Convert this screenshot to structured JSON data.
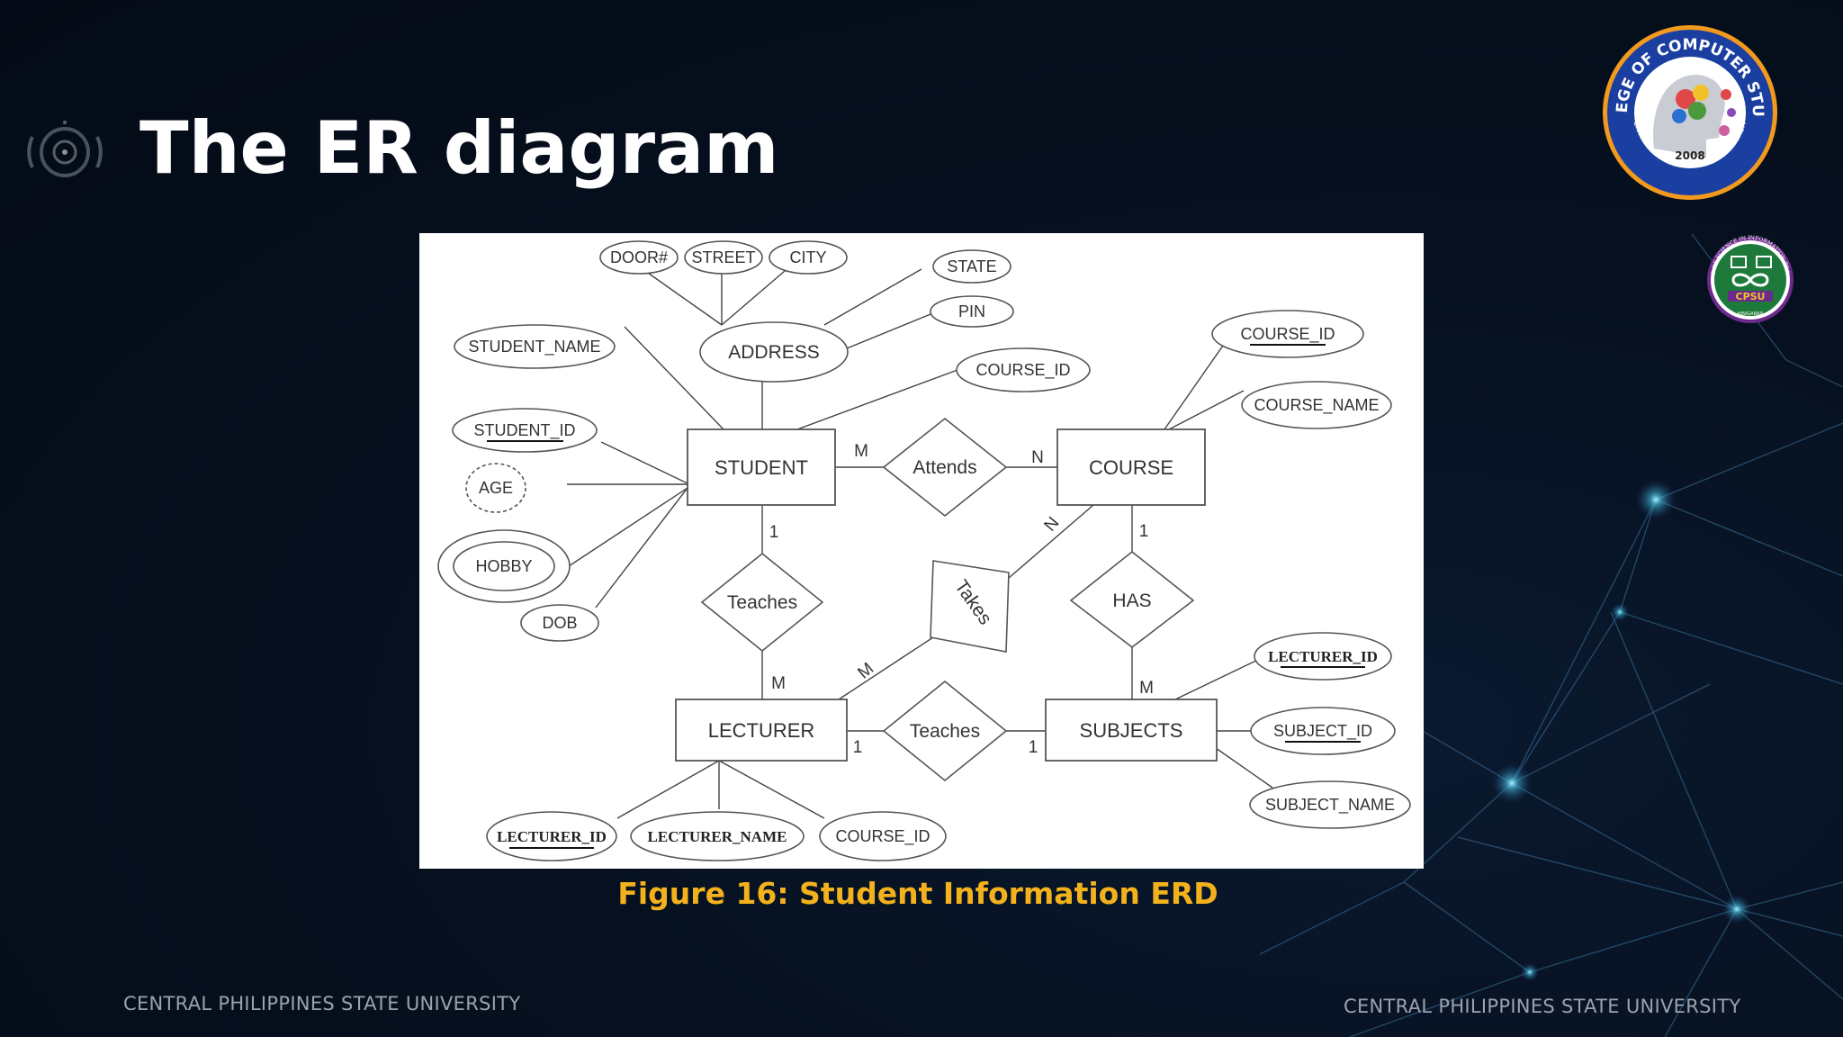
{
  "slide": {
    "title": "The ER diagram",
    "caption": "Figure 16:  Student Information ERD",
    "footer_left": "CENTRAL PHILIPPINES STATE UNIVERSITY",
    "footer_right": "CENTRAL PHILIPPINES STATE UNIVERSITY"
  },
  "logos": {
    "ccs_ring_text": "COLLEGE OF COMPUTER STUDIES",
    "ccs_year": "2008",
    "ccs_bottom_text": "CENTRAL PHILIPPINES STATE UNIVERSITY",
    "bsit_ring_text": "BACHELOR OF SCIENCE IN INFORMATION TECHNOLOGY",
    "bsit_abbr": "CPSU",
    "bsit_bottom": "HINIGARAN"
  },
  "colors": {
    "background": "#06101f",
    "title": "#ffffff",
    "caption": "#f3b21c",
    "footer": "#9aa3ad",
    "ccs_ring": "#1a3fa0",
    "bsit_ring": "#6b2a8c"
  },
  "erd": {
    "entities": {
      "student": "STUDENT",
      "course": "COURSE",
      "lecturer": "LECTURER",
      "subjects": "SUBJECTS"
    },
    "relationships": {
      "attends": "Attends",
      "teaches_top": "Teaches",
      "teaches_bottom": "Teaches",
      "has": "HAS",
      "takes": "Takes"
    },
    "attributes": {
      "door": "DOOR#",
      "street": "STREET",
      "city": "CITY",
      "state": "STATE",
      "pin": "PIN",
      "address": "ADDRESS",
      "student_name": "STUDENT_NAME",
      "student_course_id": "COURSE_ID",
      "student_id": "STUDENT_ID",
      "age": "AGE",
      "hobby": "HOBBY",
      "dob": "DOB",
      "course_course_id": "COURSE_ID",
      "course_name": "COURSE_NAME",
      "subj_lecturer_id": "LECTURER_ID",
      "subject_id": "SUBJECT_ID",
      "subject_name": "SUBJECT_NAME",
      "lecturer_id": "LECTURER_ID",
      "lecturer_name": "LECTURER_NAME",
      "lecturer_course_id": "COURSE_ID"
    },
    "cardinalities": {
      "student_attends": "M",
      "course_attends": "N",
      "student_teaches": "1",
      "lecturer_teaches_top": "M",
      "course_takes": "N",
      "lecturer_takes": "M",
      "course_has": "1",
      "subjects_has": "M",
      "lecturer_teaches_bottom": "1",
      "subjects_teaches_bottom": "1"
    }
  }
}
